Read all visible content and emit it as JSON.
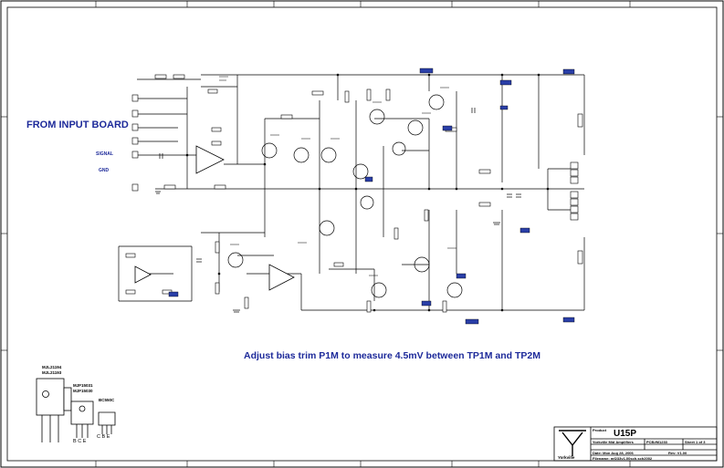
{
  "headings": {
    "from_input_board": "FROM INPUT BOARD",
    "signal": "SIGNAL",
    "gnd": "GND",
    "adjust_note": "Adjust bias trim P1M to measure 4.5mV between TP1M and TP2M"
  },
  "packages": {
    "to3p_parts_a": "MJL21194",
    "to3p_parts_b": "MJL21193",
    "to220_parts_a": "MJF15031",
    "to220_parts_b": "MJF15030",
    "to220_pins": "B C E",
    "to92_part": "BC550C",
    "to92_pins": "C B E"
  },
  "title_block": {
    "product_label": "Product",
    "product": "U15P",
    "project": "Yorkville Mid Amplifiers",
    "pcb": "PCB#M1233",
    "sheet": "Sheet 1 of 3",
    "date": "Date: Mon Aug 28, 2006",
    "rev": "Rev: V1.00",
    "filename": "Filename: mf233v1.00sch.sch2002",
    "logo": "Yorkville"
  }
}
